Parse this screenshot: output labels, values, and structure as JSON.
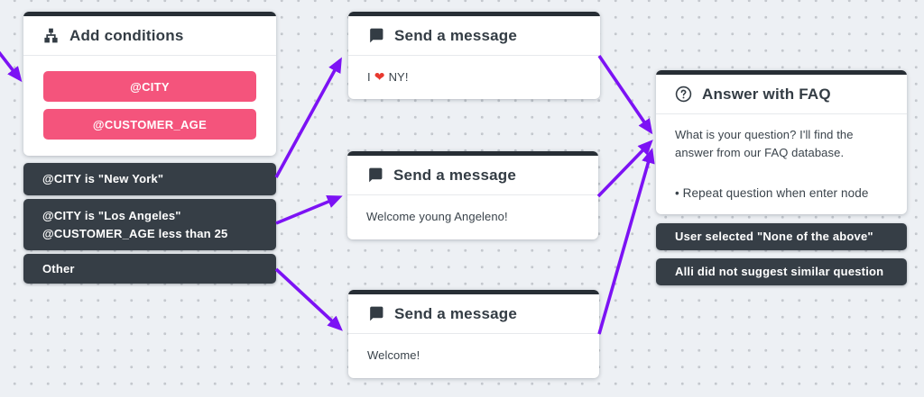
{
  "canvas": {
    "background_color": "#edf0f4",
    "dot_color": "#c4c8ce"
  },
  "colors": {
    "accent_pink": "#f4547c",
    "dark_slate": "#363e46",
    "node_top_bar": "#272e35",
    "edge_purple": "#7c12f4"
  },
  "nodes": {
    "conditions": {
      "title": "Add conditions",
      "icon": "hierarchy-icon",
      "variables": [
        {
          "label": "@CITY"
        },
        {
          "label": "@CUSTOMER_AGE"
        }
      ],
      "branches": {
        "new_york": {
          "label": "@CITY is \"New York\""
        },
        "los_angeles": {
          "line1": "@CITY is \"Los Angeles\"",
          "line2": "@CUSTOMER_AGE less than 25"
        },
        "other": {
          "label": "Other"
        }
      }
    },
    "message_ny": {
      "title": "Send a message",
      "icon": "chat-icon",
      "body_pre": "I",
      "body_heart": "❤",
      "body_post": "NY!"
    },
    "message_la": {
      "title": "Send a message",
      "icon": "chat-icon",
      "body": "Welcome young Angeleno!"
    },
    "message_other": {
      "title": "Send a message",
      "icon": "chat-icon",
      "body": "Welcome!"
    },
    "faq": {
      "title": "Answer with FAQ",
      "icon": "help-icon",
      "description": "What is your question? I'll find the answer from our FAQ database.",
      "option": "• Repeat question when enter node",
      "branches": {
        "none_of_above": {
          "label": "User selected \"None of the above\""
        },
        "no_suggestion": {
          "label": "Alli did not suggest similar question"
        }
      }
    }
  }
}
